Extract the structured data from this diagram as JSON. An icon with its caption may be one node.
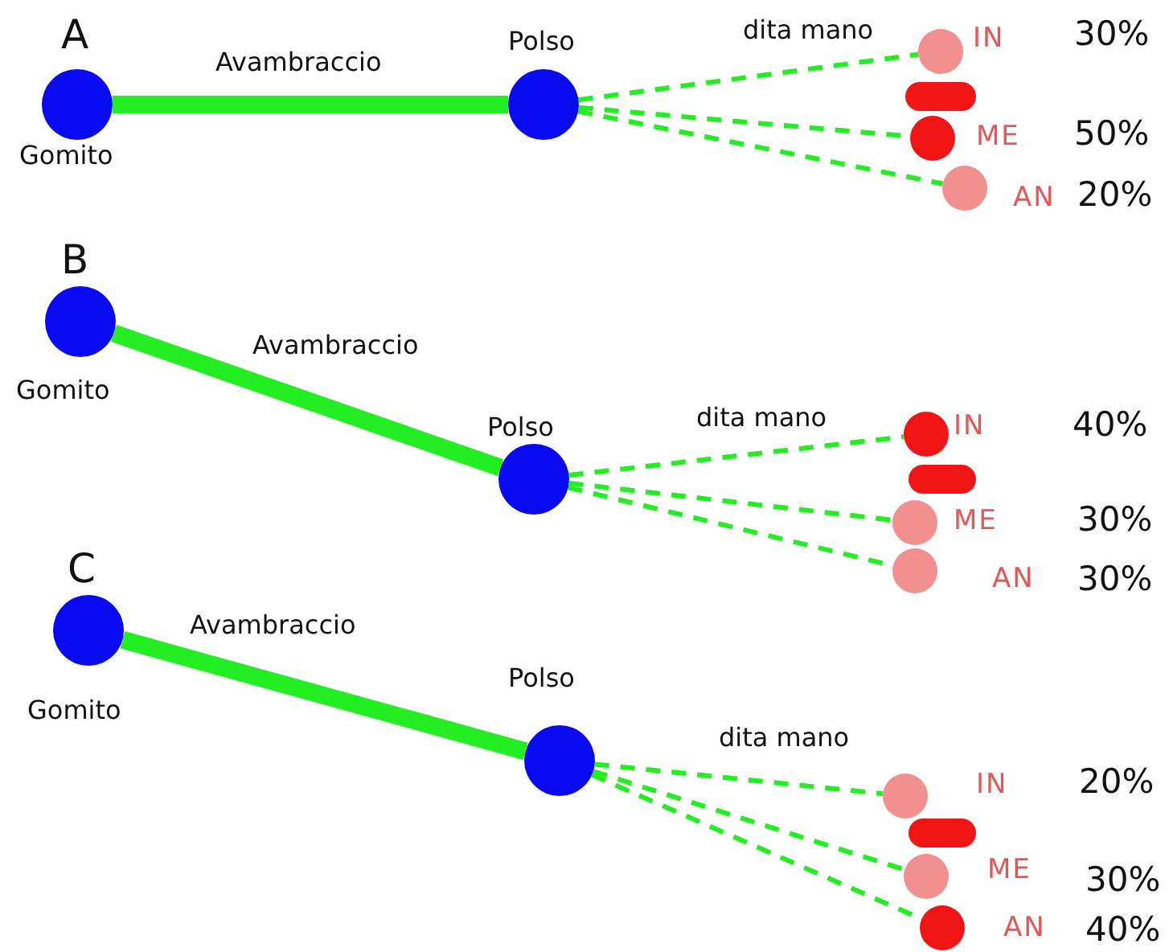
{
  "diagram": {
    "nodes": [
      {
        "text": [
          "Gomito"
        ]
      },
      {
        "text": [
          "Polso"
        ]
      },
      {
        "text": [
          "IN"
        ]
      },
      {
        "text": [],
        "shape": "bar"
      },
      {
        "text": [
          "ME"
        ]
      },
      {
        "text": [
          "AN"
        ]
      },
      {
        "text": [
          "Gomito"
        ]
      },
      {
        "text": [
          "Polso"
        ]
      },
      {
        "text": [
          "IN"
        ]
      },
      {
        "text": [],
        "shape": "bar"
      },
      {
        "text": [
          "ME"
        ]
      },
      {
        "text": [
          "AN"
        ]
      },
      {
        "text": [
          "Gomito"
        ]
      },
      {
        "text": [
          "Polso"
        ]
      },
      {
        "text": [
          "IN"
        ]
      },
      {
        "text": [],
        "shape": "bar"
      },
      {
        "text": [
          "ME"
        ]
      },
      {
        "text": [
          "AN"
        ]
      }
    ],
    "edges": [
      {
        "from": 0,
        "to": 1,
        "arrow": "none",
        "label": "Avambraccio",
        "style": "thick"
      },
      {
        "from": 1,
        "to": 2,
        "arrow": "none",
        "style": "dashed"
      },
      {
        "from": 1,
        "to": 4,
        "arrow": "none",
        "style": "dashed"
      },
      {
        "from": 1,
        "to": 5,
        "arrow": "none",
        "style": "dashed"
      },
      {
        "from": 6,
        "to": 7,
        "arrow": "none",
        "label": "Avambraccio",
        "style": "thick"
      },
      {
        "from": 7,
        "to": 8,
        "arrow": "none",
        "style": "dashed"
      },
      {
        "from": 7,
        "to": 10,
        "arrow": "none",
        "style": "dashed"
      },
      {
        "from": 7,
        "to": 11,
        "arrow": "none",
        "style": "dashed"
      },
      {
        "from": 12,
        "to": 13,
        "arrow": "none",
        "label": "Avambraccio",
        "style": "thick"
      },
      {
        "from": 13,
        "to": 14,
        "arrow": "none",
        "style": "dashed"
      },
      {
        "from": 13,
        "to": 16,
        "arrow": "none",
        "style": "dashed"
      },
      {
        "from": 13,
        "to": 17,
        "arrow": "none",
        "style": "dashed"
      }
    ],
    "labels": [
      "A",
      "dita mano",
      "30%",
      "50%",
      "20%",
      "B",
      "dita mano",
      "40%",
      "30%",
      "C",
      "30%",
      "dita mano",
      "20%",
      "30%",
      "40%"
    ]
  }
}
